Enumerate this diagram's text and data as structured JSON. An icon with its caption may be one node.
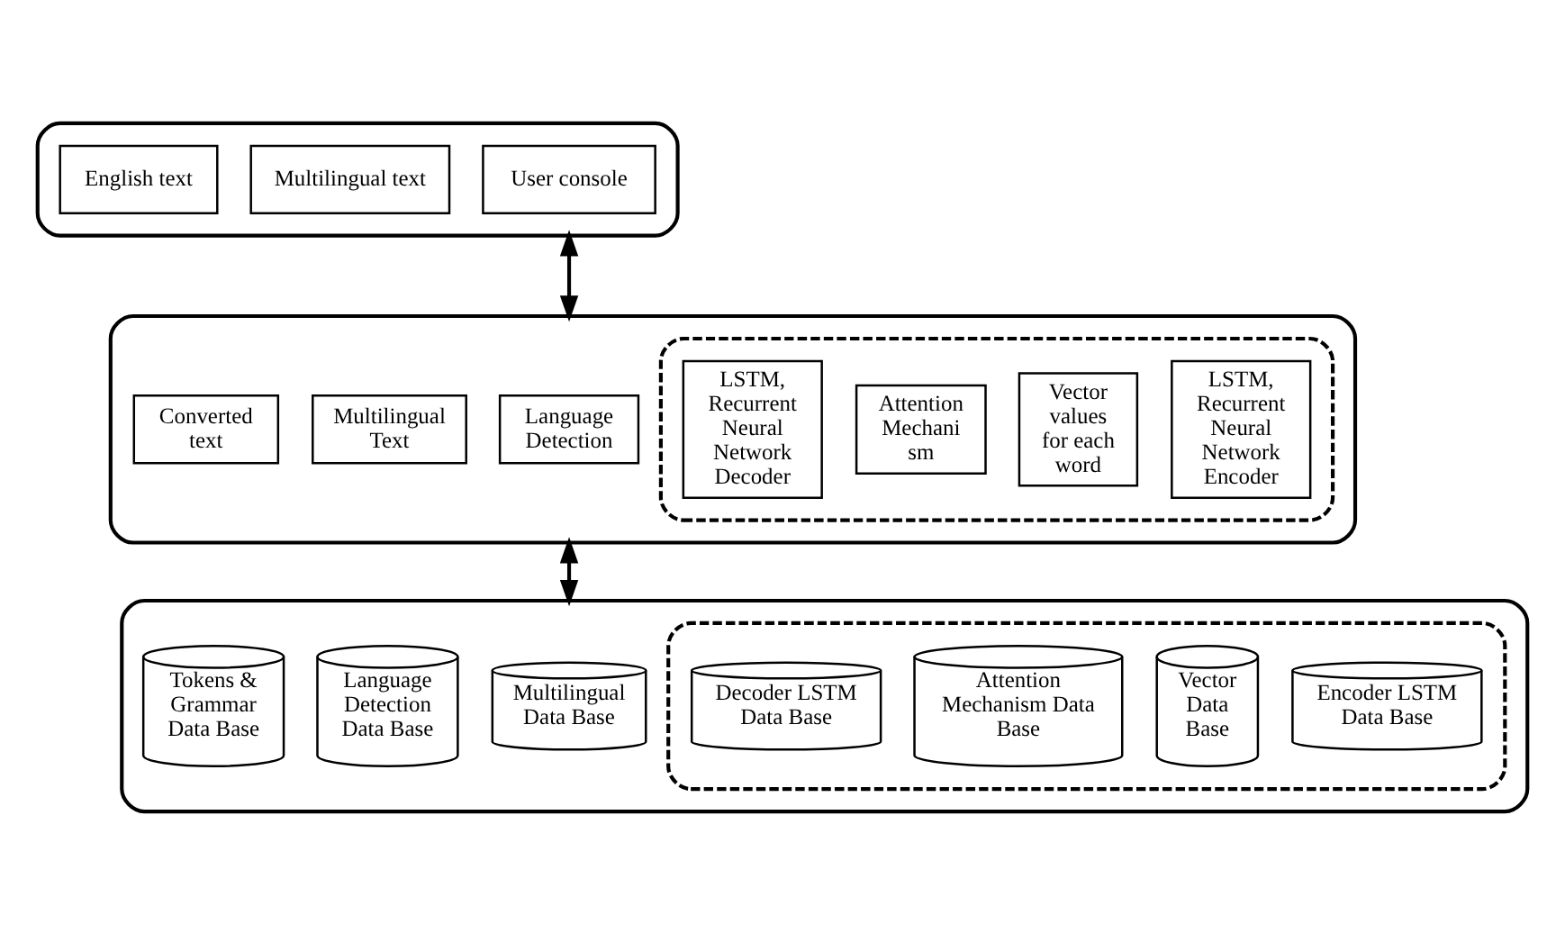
{
  "diagram": {
    "nodes": [
      {
        "text": [],
        "shape": "box"
      },
      {
        "text": [
          "User console"
        ],
        "in": 0
      },
      {
        "text": [
          "Multilingual text"
        ],
        "in": 0
      },
      {
        "text": [
          "English text"
        ],
        "in": 0
      },
      {
        "text": [],
        "shape": "box"
      },
      {
        "text": [
          "Language Detection"
        ],
        "in": 4
      },
      {
        "text": [
          "Multilingual Text"
        ],
        "in": 4
      },
      {
        "text": [],
        "shape": "box",
        "in": 4
      },
      {
        "text": [
          "LSTM, Recurrent Neural Network Encoder"
        ],
        "in": 7
      },
      {
        "text": [
          "Vector values for each word"
        ],
        "in": 7
      },
      {
        "text": [
          "Attention Mechani sm"
        ],
        "in": 7
      },
      {
        "text": [
          "LSTM, Recurrent Neural Network Decoder"
        ],
        "in": 7
      },
      {
        "text": [
          "Converted text"
        ],
        "in": 4
      },
      {
        "text": [],
        "shape": "box"
      },
      {
        "text": [
          "Multilingual Data Base"
        ],
        "in": 13
      },
      {
        "text": [
          "Language Detection Data Base"
        ],
        "in": 13
      },
      {
        "text": [],
        "shape": "box",
        "in": 13
      },
      {
        "text": [
          "Encoder LSTM Data Base"
        ],
        "in": 16
      },
      {
        "text": [
          "Vector Data Base"
        ],
        "in": 16
      },
      {
        "text": [
          "Attention Mechanism Data Base"
        ],
        "in": 16
      },
      {
        "text": [
          "Decoder LSTM Data Base"
        ],
        "in": 16
      },
      {
        "text": [
          "Tokens & Grammar Data Base"
        ],
        "in": 13
      }
    ],
    "edges": [
      {
        "from": 0,
        "to": 4,
        "arrow": "both"
      },
      {
        "from": 4,
        "to": 13,
        "arrow": "both"
      }
    ]
  }
}
